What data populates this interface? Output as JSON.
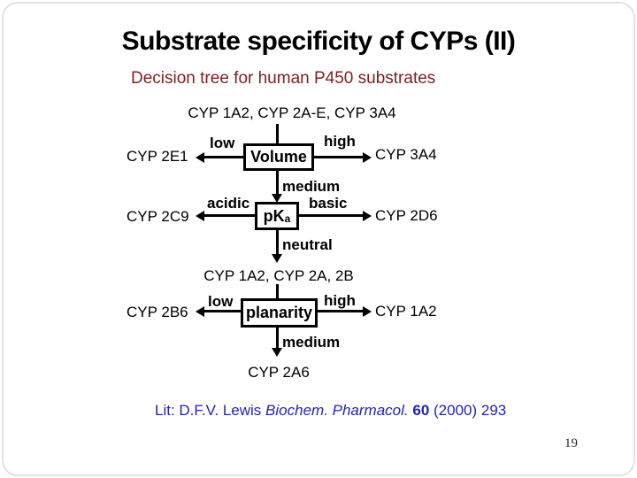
{
  "slide": {
    "title": "Substrate specificity of CYPs (II)",
    "subtitle": "Decision tree for human P450 substrates",
    "page_number": "19"
  },
  "colors": {
    "subtitle_text": "#802020",
    "citation_text": "#2323b4",
    "diagram": "#000000",
    "background": "#ffffff"
  },
  "tree": {
    "level1": {
      "header": "CYP 1A2, CYP 2A-E, CYP 3A4",
      "node": "Volume",
      "left_condition": "low",
      "left_result": "CYP 2E1",
      "right_condition": "high",
      "right_result": "CYP 3A4",
      "down_condition": "medium"
    },
    "level2": {
      "node_base": "pK",
      "node_sub": "a",
      "left_condition": "acidic",
      "left_result": "CYP 2C9",
      "right_condition": "basic",
      "right_result": "CYP 2D6",
      "down_condition": "neutral"
    },
    "level3": {
      "header": "CYP 1A2, CYP 2A, 2B",
      "node": "planarity",
      "left_condition": "low",
      "left_result": "CYP 2B6",
      "right_condition": "high",
      "right_result": "CYP 1A2",
      "down_condition": "medium",
      "down_result": "CYP 2A6"
    }
  },
  "citation": {
    "prefix": "Lit: D.F.V. Lewis",
    "journal": "Biochem. Pharmacol.",
    "volume": "60",
    "suffix": "(2000) 293"
  }
}
